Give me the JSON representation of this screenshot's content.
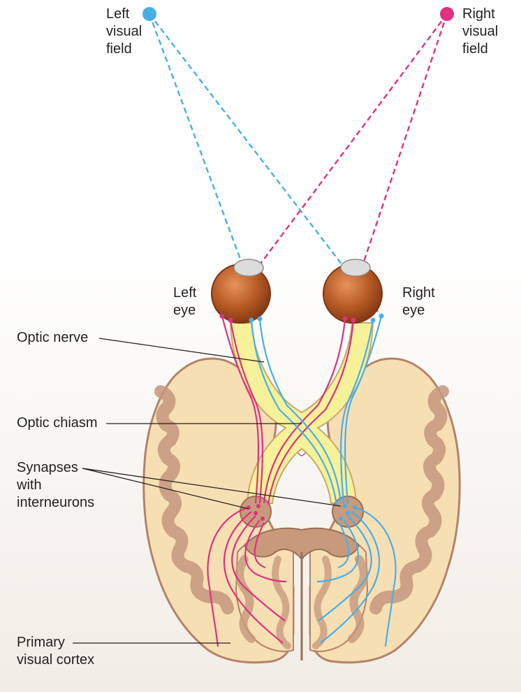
{
  "visual_fields": {
    "left_label": "Left\nvisual\nfield",
    "right_label": "Right\nvisual\nfield",
    "left_color": "#4aaee6",
    "right_color": "#e0307e"
  },
  "eyes": {
    "left_label": "Left\neye",
    "right_label": "Right\neye"
  },
  "callouts": {
    "optic_nerve": "Optic nerve",
    "optic_chiasm": "Optic chiasm",
    "synapses": "Synapses\nwith\ninterneurons",
    "primary_visual_cortex": "Primary\nvisual cortex"
  },
  "colors": {
    "brain_tissue": "#f7dfb4",
    "brain_outline": "#c4977c",
    "nerve_yellow": "#f7f19a",
    "eye_iris": "#b75a25",
    "left_pathway": "#e0307e",
    "right_pathway": "#4aaee6"
  }
}
